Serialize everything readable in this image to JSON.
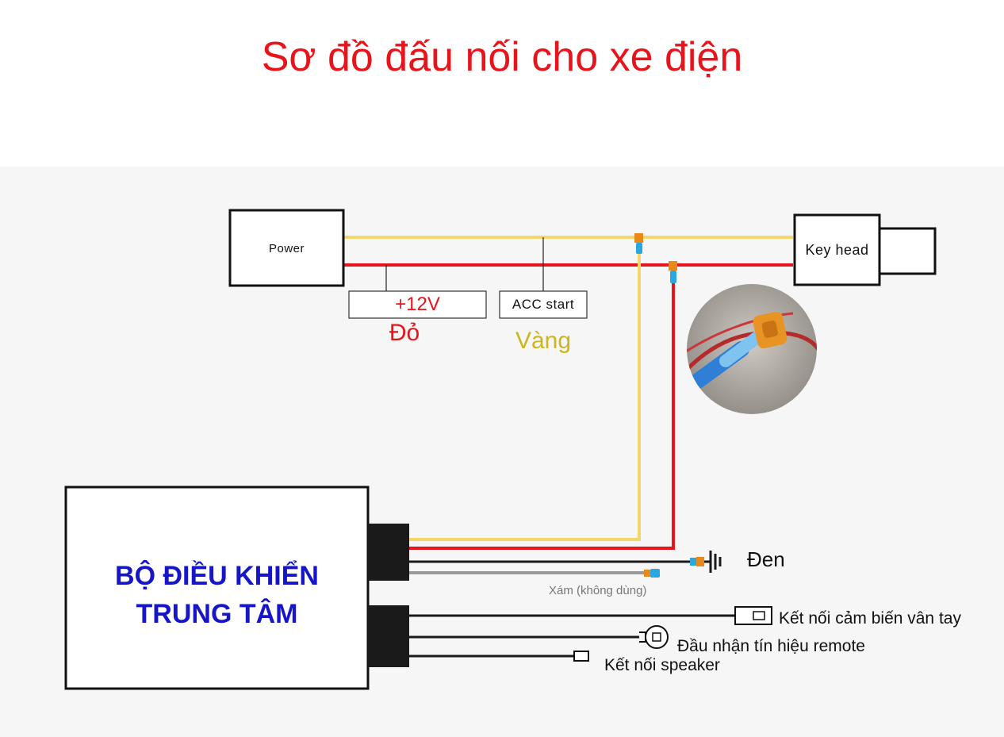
{
  "title": "Sơ đồ đấu nối cho xe điện",
  "boxes": {
    "power": "Power",
    "key_head": "Key head",
    "plus12v": "+12V",
    "acc_start": "ACC start",
    "controller_line1": "BỘ ĐIỀU KHIỂN",
    "controller_line2": "TRUNG TÂM"
  },
  "wire_labels": {
    "red": "Đỏ",
    "yellow": "Vàng",
    "black": "Đen",
    "gray": "Xám (không dùng)",
    "fingerprint": "Kết nối cảm biến vân tay",
    "remote": "Đầu nhận tín hiệu remote",
    "speaker": "Kết nối speaker"
  },
  "colors": {
    "title": "#e8141b",
    "red_wire": "#e8141b",
    "yellow_wire": "#f4d76a",
    "gray_wire": "#9a9a9a",
    "black_wire": "#1a1a1a",
    "controller_text": "#1616c8",
    "yellow_text": "#cdb51b",
    "connector_orange": "#e88a1a",
    "connector_blue": "#2aa6e0"
  },
  "icons": {
    "photo": "wire-tap-connector-photo",
    "ground": "ground-icon",
    "fingerprint": "fingerprint-connector-icon",
    "remote": "remote-receiver-icon",
    "speaker": "speaker-connector-icon"
  }
}
